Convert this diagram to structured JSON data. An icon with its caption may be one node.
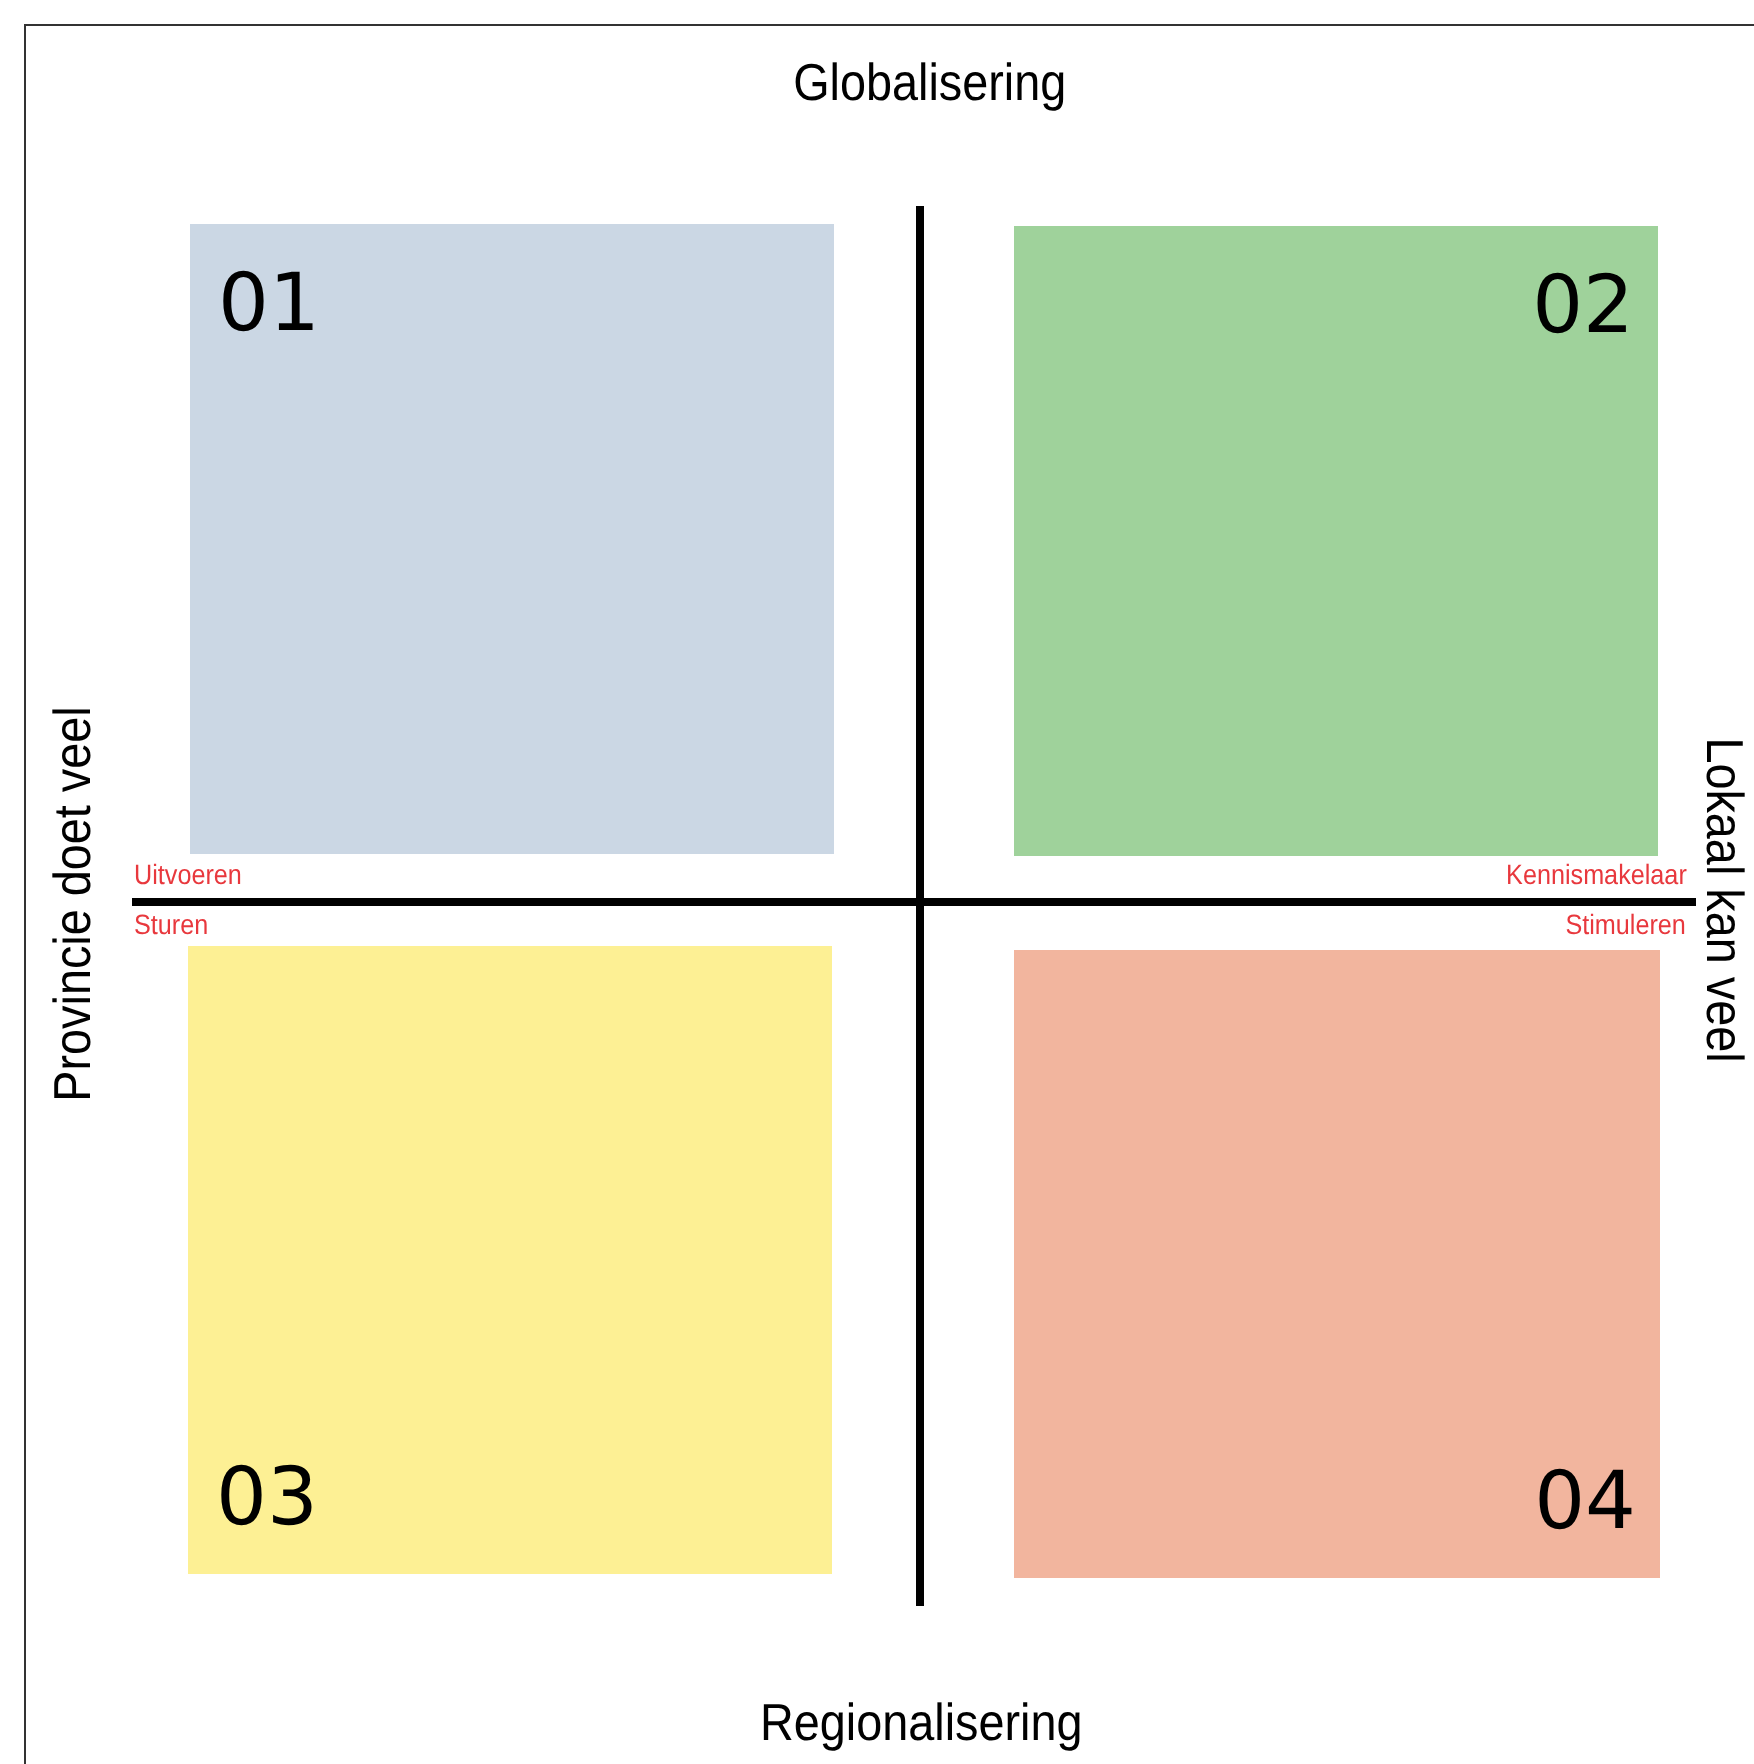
{
  "diagram": {
    "nodes": [
      {
        "text": [
          "01"
        ]
      },
      {
        "text": [
          "02"
        ]
      },
      {
        "text": [
          "03"
        ]
      },
      {
        "text": [
          "04"
        ]
      }
    ],
    "labels": [
      "Globalisering",
      "Provincie doet veel",
      "Uitvoeren",
      "Kennismakelaar",
      "Sturen",
      "Stimuleren",
      "Lokaal kan veel",
      "Regionalisering"
    ]
  }
}
